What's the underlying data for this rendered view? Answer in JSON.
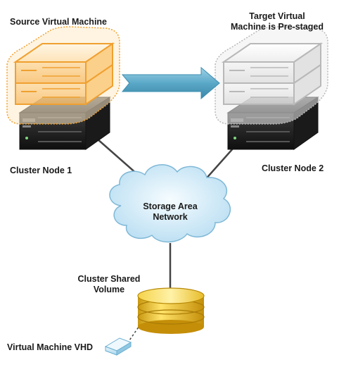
{
  "source_vm": {
    "label": "Source Virtual Machine"
  },
  "target_vm": {
    "label_line1": "Target Virtual",
    "label_line2": "Machine is Pre-staged"
  },
  "node1": {
    "label": "Cluster Node 1"
  },
  "node2": {
    "label": "Cluster Node 2"
  },
  "san": {
    "label_line1": "Storage Area",
    "label_line2": "Network"
  },
  "csv": {
    "label_line1": "Cluster Shared",
    "label_line2": "Volume"
  },
  "vhd": {
    "label": "Virtual Machine VHD"
  },
  "colors": {
    "source_vm_accent": "#f0a030",
    "target_vm_accent": "#b8b8b8",
    "migration_arrow": "#5aa8c8",
    "cloud": "#cfe9f7",
    "disk": "#e8b820",
    "connector": "#444444"
  }
}
